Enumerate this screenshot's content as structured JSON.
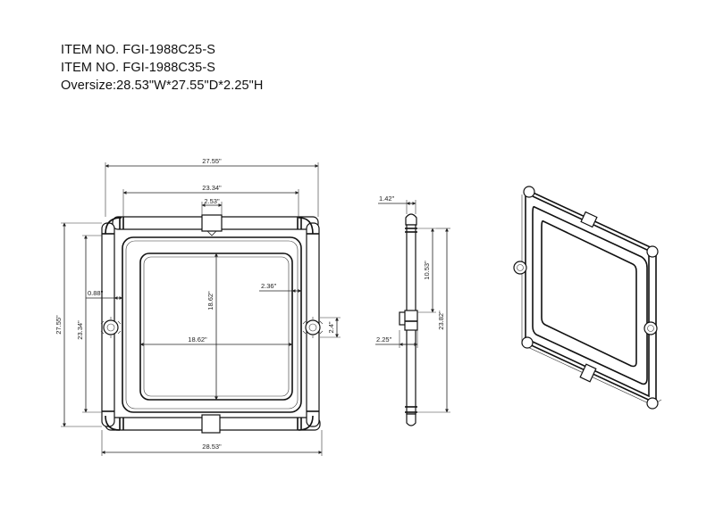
{
  "header": {
    "line1": "ITEM NO. FGI-1988C25-S",
    "line2": "ITEM NO. FGI-1988C35-S",
    "line3": "Oversize:28.53\"W*27.55\"D*2.25\"H"
  },
  "front_view": {
    "overall_width_top": "27.55\"",
    "inner_rail_width": "23.34\"",
    "bracket_width": "2.53\"",
    "side_offset": "0.88\"",
    "mirror_inset": "2.36\"",
    "mirror_height": "18.62\"",
    "mirror_width": "18.62\"",
    "overall_height": "27.55\"",
    "inner_height": "23.34\"",
    "knob_height": "2.4\"",
    "overall_width_bottom": "28.53\""
  },
  "side_view": {
    "depth_top": "1.42\"",
    "upper_segment": "10.53\"",
    "total_height": "23.82\"",
    "depth_bottom": "2.25\""
  }
}
